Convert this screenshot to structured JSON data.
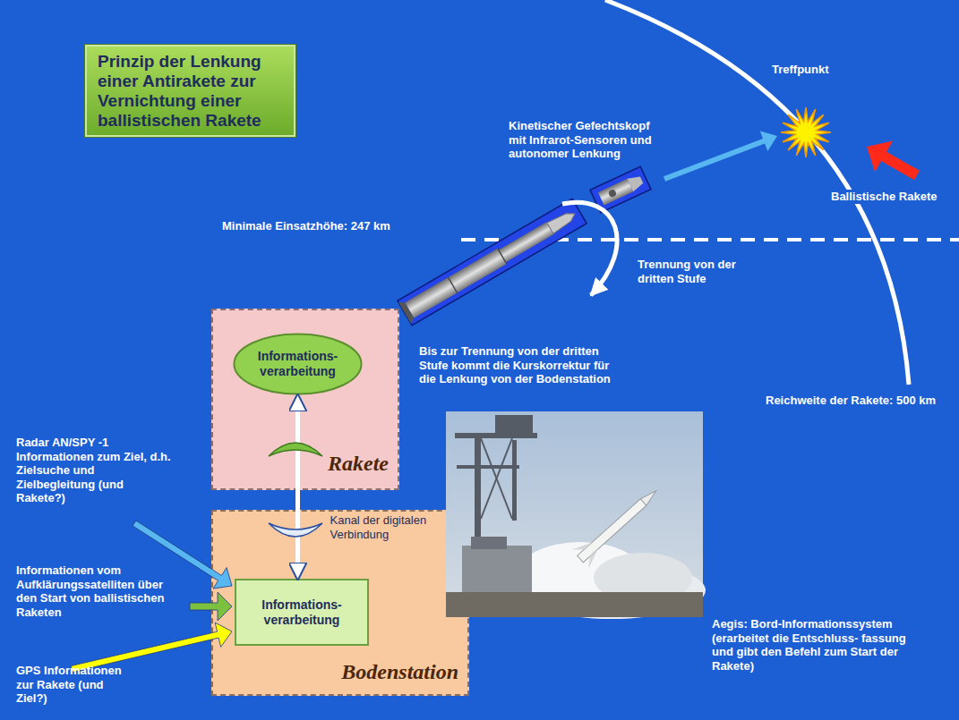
{
  "diagram": {
    "title": "Prinzip der Lenkung einer Antirakete zur Vernichtung einer ballistischen Rakete",
    "nodes": [
      {
        "text": [
          "Rakete"
        ]
      },
      {
        "text": [
          "Informations- verarbeitung"
        ],
        "in": 0
      },
      {
        "text": [
          "Bodenstation"
        ]
      },
      {
        "text": [
          "Informations- verarbeitung"
        ],
        "in": 2
      }
    ],
    "edges": [
      {
        "from": 1,
        "to": 3,
        "arrow": "both",
        "label": "Kanal der digitalen Verbindung"
      }
    ],
    "labels": [
      "Treffpunkt",
      "Kinetischer Gefechtskopf mit Infrarot-Sensoren und autonomer Lenkung",
      "Ballistische Rakete",
      "Minimale Einsatzhöhe: 247 km",
      "Trennung von der dritten Stufe",
      "Bis zur Trennung von der dritten Stufe kommt die Kurskorrektur für die Lenkung von der Bodenstation",
      "Reichweite der Rakete: 500 km",
      "Radar AN/SPY -1 Informationen zum Ziel, d.h. Zielsuche und Zielbegleitung (und Rakete?)",
      "Informationen vom Aufklärungssatelliten über den Start von ballistischen Raketen",
      "GPS Informationen zur Rakete (und Ziel?)",
      "Aegis: Bord-Informationssystem (erarbeitet die Entschluss- fassung und gibt den Befehl zum Start der Rakete)"
    ]
  }
}
